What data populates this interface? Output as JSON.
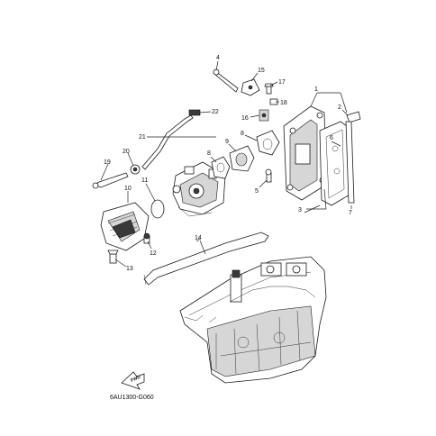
{
  "callouts": {
    "c1": "1",
    "c2": "2",
    "c3": "3",
    "c4": "4",
    "c5": "5",
    "c6": "6",
    "c7": "7",
    "c8a": "8",
    "c8b": "8",
    "c9": "9",
    "c10": "10",
    "c11": "11",
    "c12": "12",
    "c13": "13",
    "c14": "14",
    "c15": "15",
    "c16": "16",
    "c17": "17",
    "c18": "18",
    "c19": "19",
    "c20": "20",
    "c21": "21",
    "c22": "22"
  },
  "diagram_code": "6AU1300-G060",
  "fwd_label": "FWD",
  "icons": {
    "fwd_arrow": "fwd-arrow-icon"
  }
}
